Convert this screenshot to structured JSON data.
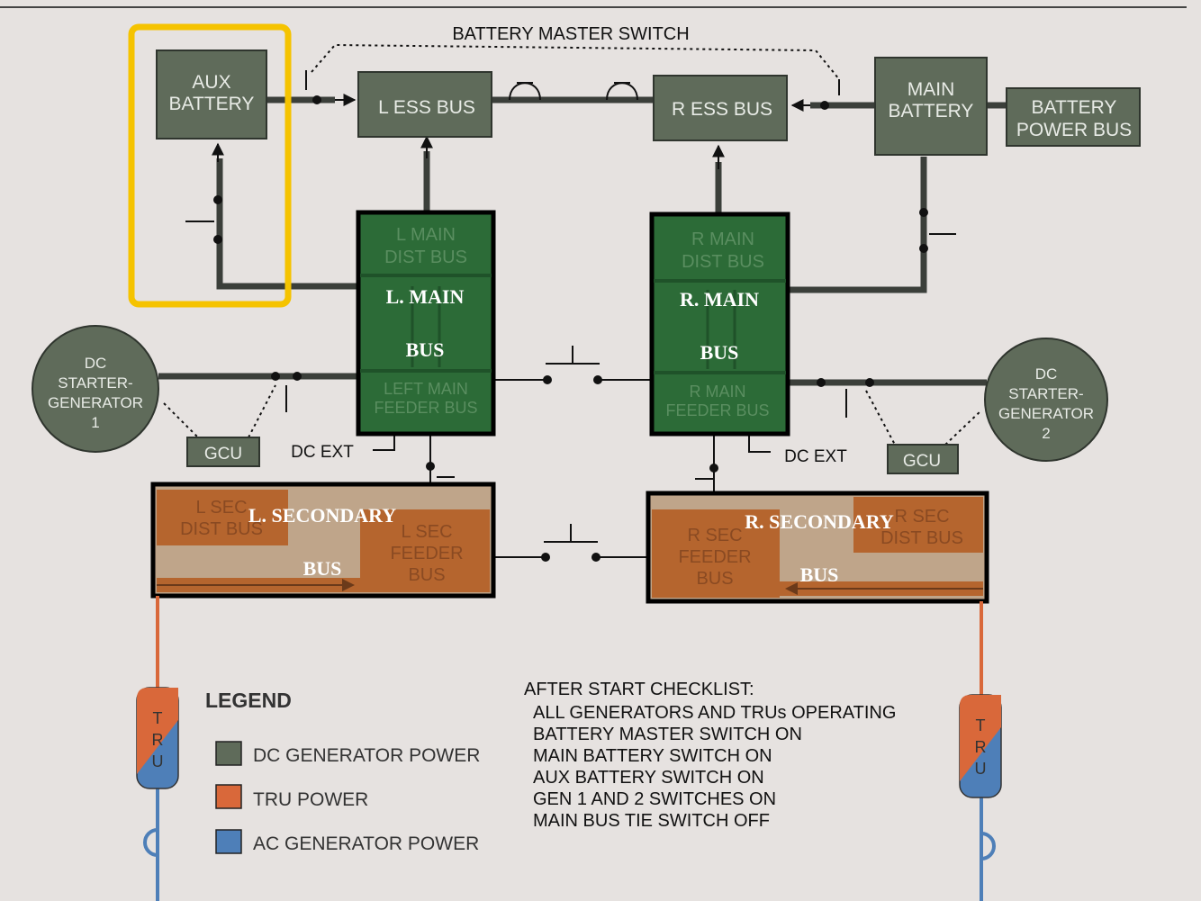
{
  "diagram": {
    "master_switch_label": "BATTERY MASTER SWITCH",
    "aux_battery": [
      "AUX",
      "BATTERY"
    ],
    "l_ess_bus": "L ESS BUS",
    "r_ess_bus": "R ESS BUS",
    "main_battery": [
      "MAIN",
      "BATTERY"
    ],
    "battery_power_bus": [
      "BATTERY",
      "POWER BUS"
    ],
    "l_main_dist_bus": [
      "L MAIN",
      "DIST BUS"
    ],
    "r_main_dist_bus": [
      "R MAIN",
      "DIST BUS"
    ],
    "l_main_feeder_bus": [
      "LEFT MAIN",
      "FEEDER BUS"
    ],
    "r_main_feeder_bus": [
      "R MAIN",
      "FEEDER BUS"
    ],
    "l_main_overlay": [
      "L. MAIN",
      "BUS"
    ],
    "r_main_overlay": [
      "R. MAIN",
      "BUS"
    ],
    "dc_gen_1": [
      "DC",
      "STARTER-",
      "GENERATOR",
      "1"
    ],
    "dc_gen_2": [
      "DC",
      "STARTER-",
      "GENERATOR",
      "2"
    ],
    "gcu": "GCU",
    "dc_ext": "DC EXT",
    "l_sec_dist_bus": [
      "L SEC",
      "DIST BUS"
    ],
    "l_sec_feeder_bus": [
      "L SEC",
      "FEEDER",
      "BUS"
    ],
    "r_sec_feeder_bus": [
      "R SEC",
      "FEEDER",
      "BUS"
    ],
    "r_sec_dist_bus": [
      "R SEC",
      "DIST BUS"
    ],
    "l_secondary_overlay": [
      "L.  SECONDARY",
      "BUS"
    ],
    "r_secondary_overlay": [
      "R.  SECONDARY",
      "BUS"
    ],
    "tru_letters": [
      "T",
      "R",
      "U"
    ]
  },
  "legend": {
    "title": "LEGEND",
    "items": [
      {
        "label": "DC GENERATOR POWER",
        "color": "#5f6b5a"
      },
      {
        "label": "TRU POWER",
        "color": "#d9683a"
      },
      {
        "label": "AC GENERATOR POWER",
        "color": "#4e7fb8"
      }
    ]
  },
  "checklist": {
    "title": "AFTER START CHECKLIST:",
    "items": [
      "ALL GENERATORS AND TRUs OPERATING",
      "BATTERY MASTER SWITCH ON",
      "MAIN BATTERY SWITCH ON",
      "AUX BATTERY SWITCH ON",
      "GEN 1 AND 2 SWITCHES ON",
      "MAIN BUS TIE SWITCH OFF"
    ]
  },
  "colors": {
    "background": "#e6e2e0",
    "dc_box": "#5f6b5a",
    "bus_green": "#2c6b37",
    "sec_orange": "#b5652e",
    "sec_tan": "#bfa58a",
    "highlight_yellow": "#f5c300"
  }
}
